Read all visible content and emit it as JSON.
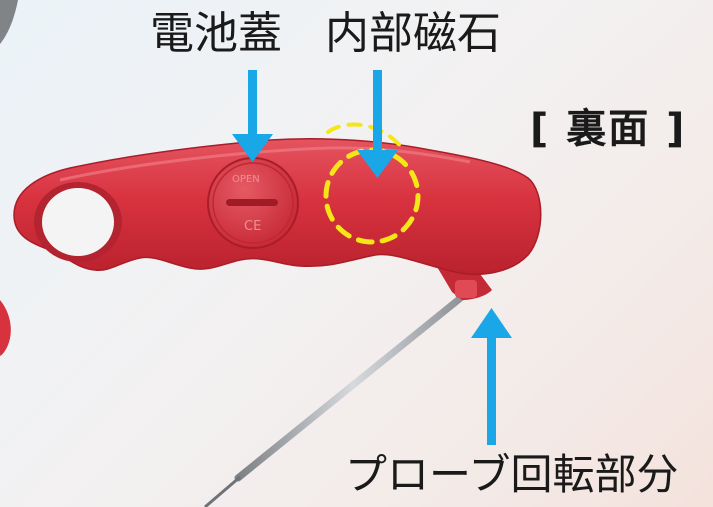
{
  "labels": {
    "battery_cover": "電池蓋",
    "internal_magnet": "内部磁石",
    "back_side": "[ 裏面 ]",
    "probe_rotation": "プローブ回転部分"
  },
  "device_marks": {
    "open_text": "OPEN",
    "ce_mark": "CE"
  },
  "colors": {
    "body_red": "#d8323f",
    "arrow_blue": "#1aa7e8",
    "dashed_circle_yellow": "#f5e61a",
    "probe_steel": "#a9adb2"
  }
}
